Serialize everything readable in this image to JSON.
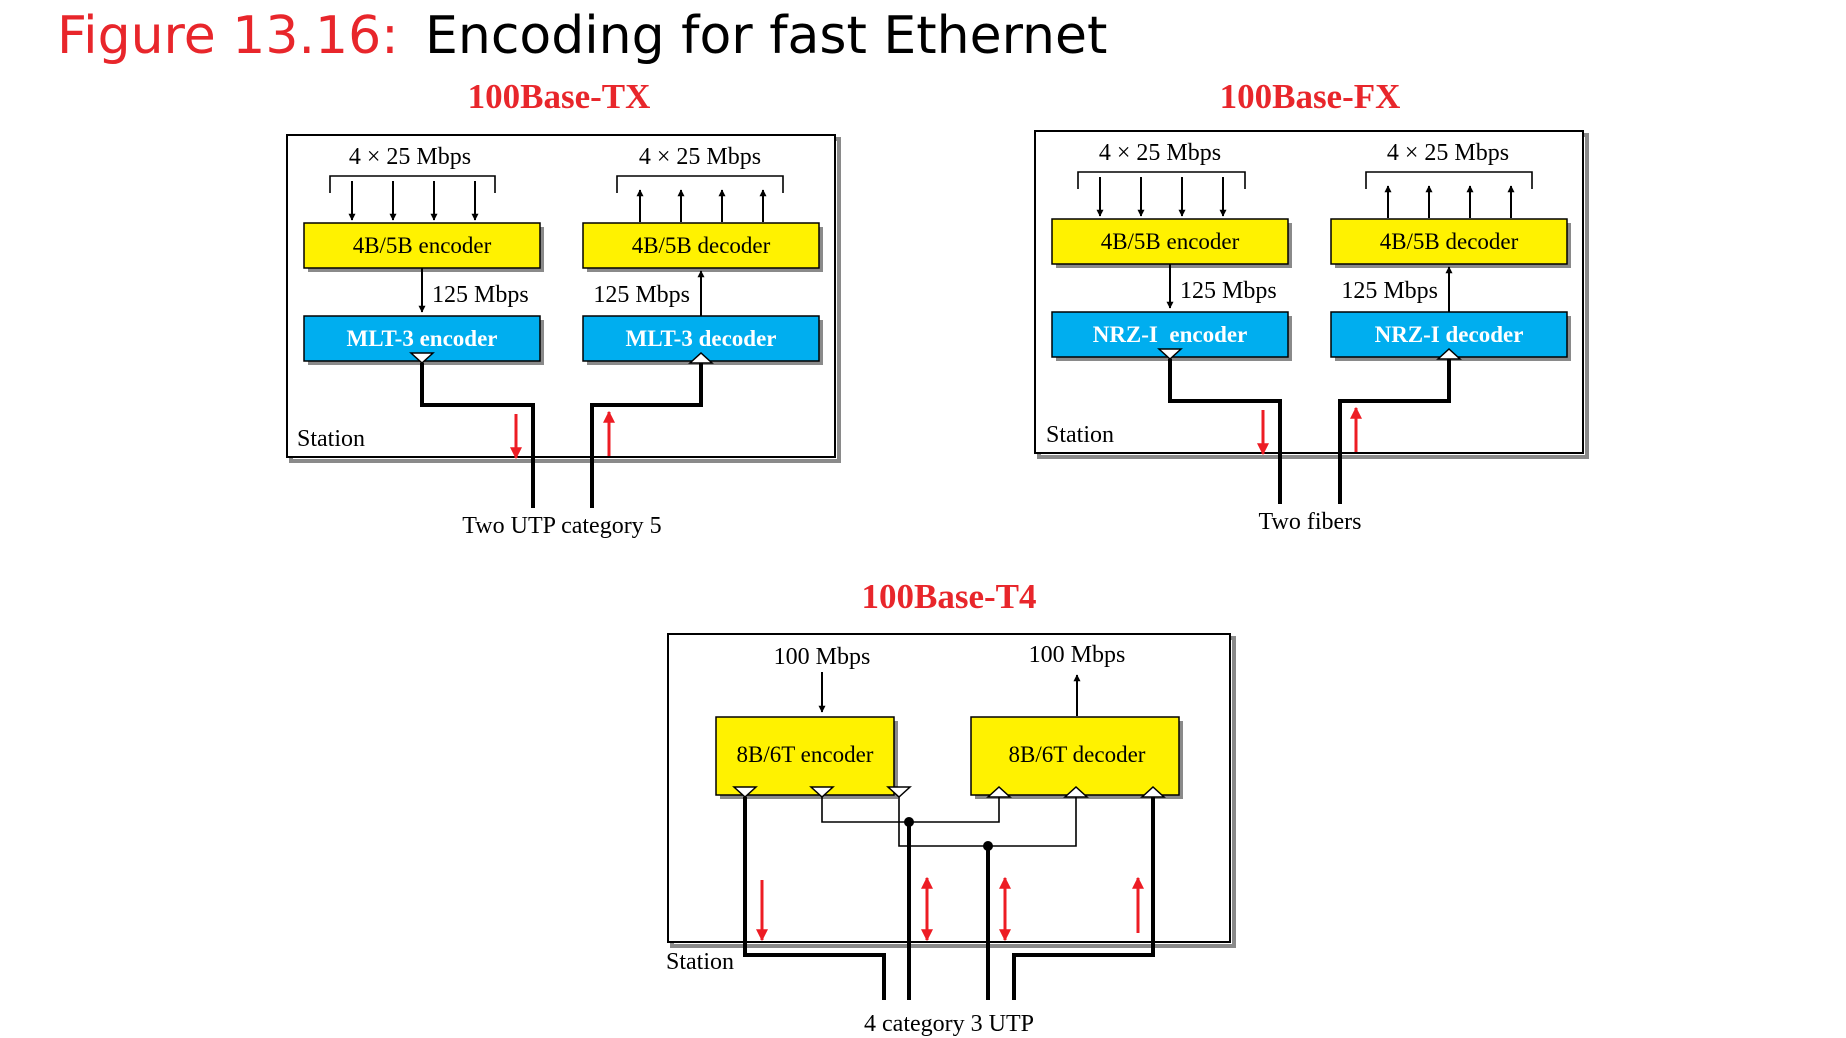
{
  "figure": {
    "label": "Figure 13.16:",
    "caption": "Encoding for fast Ethernet"
  },
  "colors": {
    "title_red": "#e8262b",
    "encoder_yellow": "#fff200",
    "nrz_blue": "#00aeef",
    "arrow_red": "#ed1c24",
    "line_black": "#000000",
    "shadow_gray": "#8a8a8a"
  },
  "tx": {
    "title": "100Base-TX",
    "top_left_rate": "4 × 25 Mbps",
    "top_right_rate": "4 × 25 Mbps",
    "encoder": "4B/5B encoder",
    "decoder": "4B/5B decoder",
    "left_rate": "125 Mbps",
    "right_rate": "125 Mbps",
    "line_encoder": "MLT-3 encoder",
    "line_decoder": "MLT-3 decoder",
    "station": "Station",
    "medium": "Two UTP category 5"
  },
  "fx": {
    "title": "100Base-FX",
    "top_left_rate": "4 × 25 Mbps",
    "top_right_rate": "4 × 25 Mbps",
    "encoder": "4B/5B encoder",
    "decoder": "4B/5B decoder",
    "left_rate": "125 Mbps",
    "right_rate": "125 Mbps",
    "line_encoder": "NRZ-I  encoder",
    "line_decoder": "NRZ-I decoder",
    "station": "Station",
    "medium": "Two fibers"
  },
  "t4": {
    "title": "100Base-T4",
    "in_rate": "100 Mbps",
    "out_rate": "100 Mbps",
    "encoder": "8B/6T encoder",
    "decoder": "8B/6T decoder",
    "station": "Station",
    "medium": "4 category 3 UTP"
  }
}
